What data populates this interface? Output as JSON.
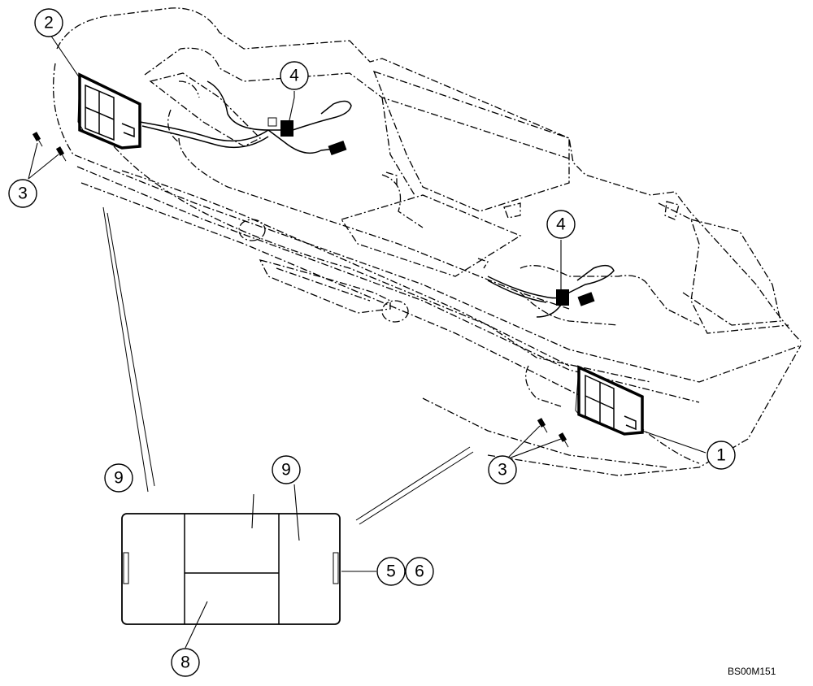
{
  "callouts": {
    "c1": "1",
    "c2": "2",
    "c3_left": "3",
    "c3_right": "3",
    "c4_top": "4",
    "c4_right": "4",
    "c5": "5",
    "c6": "6",
    "c8": "8",
    "c9_left": "9",
    "c9_center": "9"
  },
  "drawing_code": "BS00M151"
}
